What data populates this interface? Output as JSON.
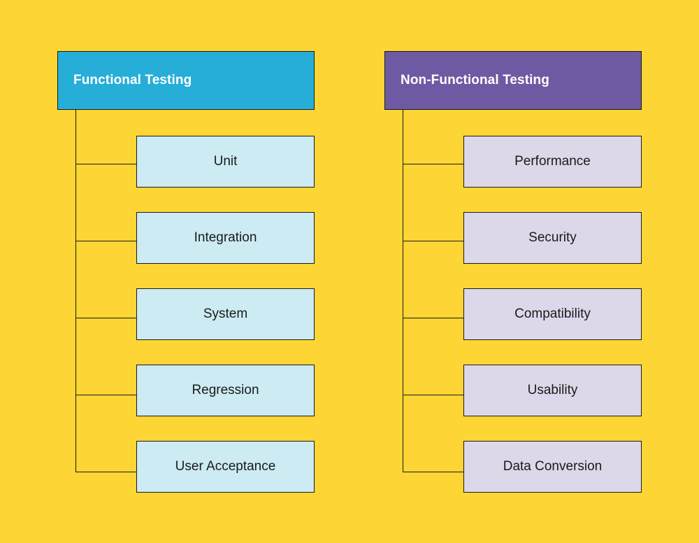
{
  "columns": [
    {
      "title": "Functional Testing",
      "color": "#26AED8",
      "item_color": "#CCEBF3",
      "items": [
        "Unit",
        "Integration",
        "System",
        "Regression",
        "User Acceptance"
      ]
    },
    {
      "title": "Non-Functional Testing",
      "color": "#6E5AA3",
      "item_color": "#DDD8E9",
      "items": [
        "Performance",
        "Security",
        "Compatibility",
        "Usability",
        "Data Conversion"
      ]
    }
  ],
  "background_color": "#FDD535"
}
